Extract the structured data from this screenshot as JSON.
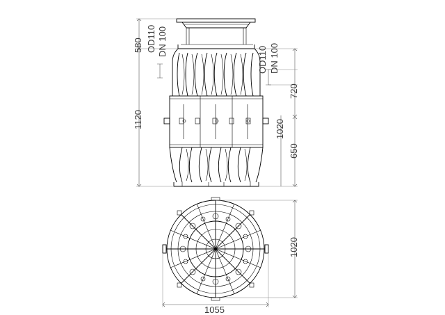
{
  "drawing": {
    "side_view": {
      "dimensions": {
        "lid_height": "580",
        "inlet_pipe_od": "OD110",
        "inlet_pipe_dn": "DN 100",
        "body_height": "1120",
        "outlet_pipe_od": "OD110",
        "outlet_pipe_dn": "DN 100",
        "inlet_level_drop": "720",
        "outlet_height": "1020",
        "lower_level": "650"
      }
    },
    "top_view": {
      "dimensions": {
        "depth": "1020",
        "width": "1055"
      }
    }
  }
}
